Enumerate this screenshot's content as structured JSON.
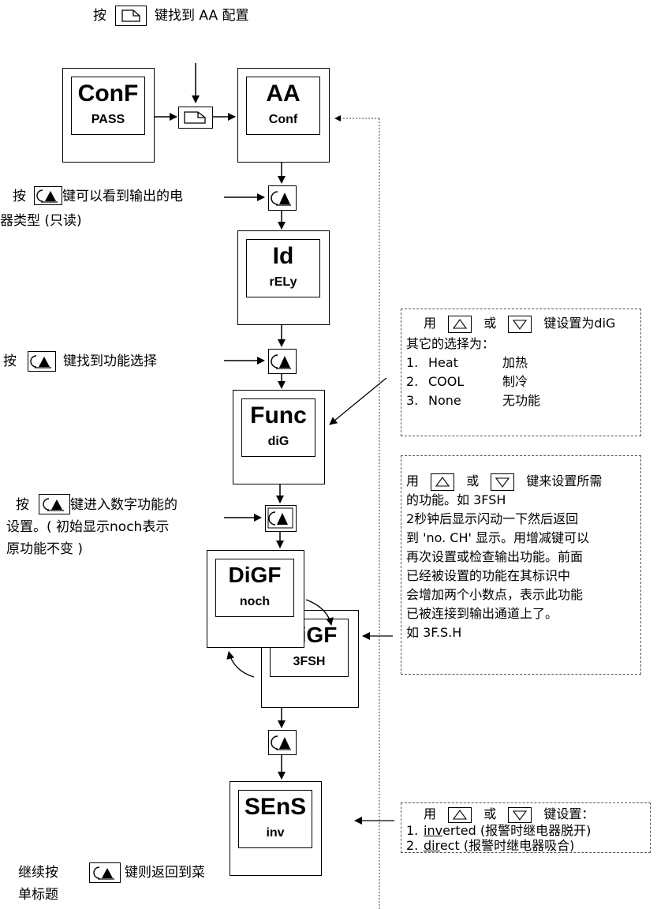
{
  "top_instruction": {
    "prefix": "按",
    "suffix": "键找到 AA 配置"
  },
  "screens": {
    "conf": {
      "main": "ConF",
      "sub": "PASS"
    },
    "aa": {
      "main": "AA",
      "sub": "Conf"
    },
    "id": {
      "main": "Id",
      "sub": "rELy"
    },
    "func": {
      "main": "Func",
      "sub": "diG"
    },
    "digf": {
      "main": "DiGF",
      "sub": "noch"
    },
    "igf": {
      "main": "iGF",
      "sub": "3FSH"
    },
    "sens": {
      "main": "SEnS",
      "sub": "inv"
    }
  },
  "left_notes": {
    "note1_prefix": "按",
    "note1_line1": "键可以看到输出的电",
    "note1_line2": "器类型 (只读)",
    "note2_prefix": "按",
    "note2_suffix": "键找到功能选择",
    "note3_prefix": "按",
    "note3_line1": "键进入数字功能的",
    "note3_line2": "设置。( 初始显示noch表示",
    "note3_line3": "原功能不变 )",
    "note4_prefix": "继续按",
    "note4_line1": "键则返回到菜",
    "note4_line2": "单标题"
  },
  "right_notes": {
    "box1": {
      "l1_a": "用",
      "l1_b": "或",
      "l1_c": "键设置为diG",
      "l2": "其它的选择为：",
      "options": [
        {
          "num": "1.",
          "name": "Heat",
          "cn": "加热"
        },
        {
          "num": "2.",
          "name": "COOL",
          "cn": "制冷"
        },
        {
          "num": "3.",
          "name": "None",
          "cn": "无功能"
        }
      ]
    },
    "box2": {
      "l1_a": "用",
      "l1_b": "或",
      "l1_c": "键来设置所需",
      "lines": [
        "的功能。如 3FSH",
        "2秒钟后显示闪动一下然后返回",
        "到 'no. CH' 显示。用增减键可以",
        "再次设置或检查输出功能。前面",
        "已经被设置的功能在其标识中",
        "会增加两个小数点，表示此功能",
        "已被连接到输出通道上了。",
        "如 3F.S.H"
      ]
    },
    "box3": {
      "l1_a": "用",
      "l1_b": "或",
      "l1_c": "键设置：",
      "i1_num": "1.",
      "i1_ul": "inv",
      "i1_rest": "erted (报警时继电器脱开)",
      "i2_num": "2.",
      "i2_ul": "dir",
      "i2_rest": "ect (报警时继电器吸合)"
    }
  },
  "icons": {
    "page_key": "page-key-icon",
    "scroll_key": "scroll-key-icon",
    "up_key": "up-arrow-key-icon",
    "down_key": "down-arrow-key-icon"
  }
}
